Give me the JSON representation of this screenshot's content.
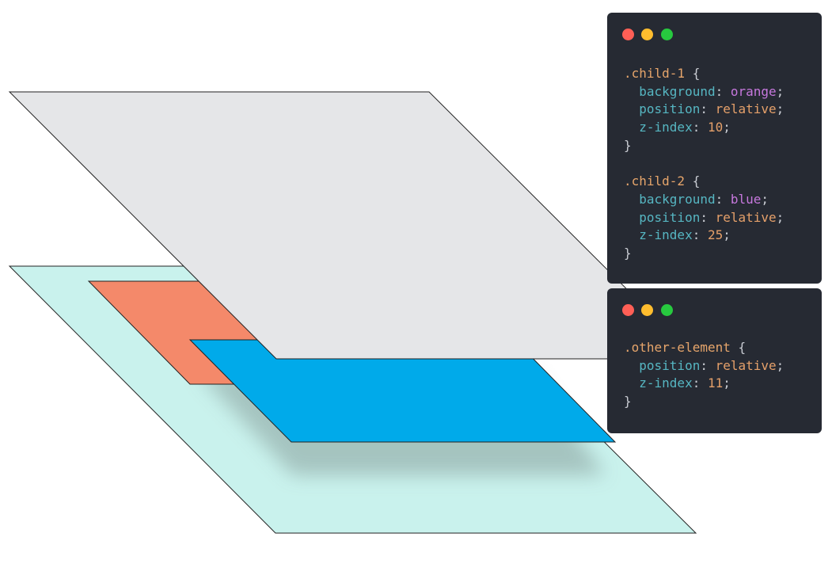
{
  "colors": {
    "background": "#ffffff",
    "top_layer": "#e5e6e8",
    "parent_layer": "#c9f2ed",
    "orange_layer": "#f4896a",
    "blue_layer": "#00aaea",
    "shadow": "#9fbcb8",
    "outline": "#222222",
    "window_bg": "#262a33",
    "traffic_close": "#ff5f56",
    "traffic_minimize": "#ffbd2e",
    "traffic_maximize": "#27c93f"
  },
  "icons": {
    "close": "red-dot-icon",
    "minimize": "yellow-dot-icon",
    "maximize": "green-dot-icon"
  },
  "layers": [
    {
      "id": "parent",
      "role": "parent-plane"
    },
    {
      "id": "child-1",
      "role": "orange-child-plane"
    },
    {
      "id": "child-2",
      "role": "blue-child-plane"
    },
    {
      "id": "other-element",
      "role": "grey-top-plane"
    }
  ],
  "code_windows": [
    {
      "blocks": [
        {
          "selector": ".child-1",
          "declarations": [
            {
              "property": "background",
              "value": "orange",
              "kind": "keyword"
            },
            {
              "property": "position",
              "value": "relative",
              "kind": "value"
            },
            {
              "property": "z-index",
              "value": "10",
              "kind": "value"
            }
          ]
        },
        {
          "selector": ".child-2",
          "declarations": [
            {
              "property": "background",
              "value": "blue",
              "kind": "keyword"
            },
            {
              "property": "position",
              "value": "relative",
              "kind": "value"
            },
            {
              "property": "z-index",
              "value": "25",
              "kind": "value"
            }
          ]
        }
      ]
    },
    {
      "blocks": [
        {
          "selector": ".other-element",
          "declarations": [
            {
              "property": "position",
              "value": "relative",
              "kind": "value"
            },
            {
              "property": "z-index",
              "value": "11",
              "kind": "value"
            }
          ]
        }
      ]
    }
  ]
}
